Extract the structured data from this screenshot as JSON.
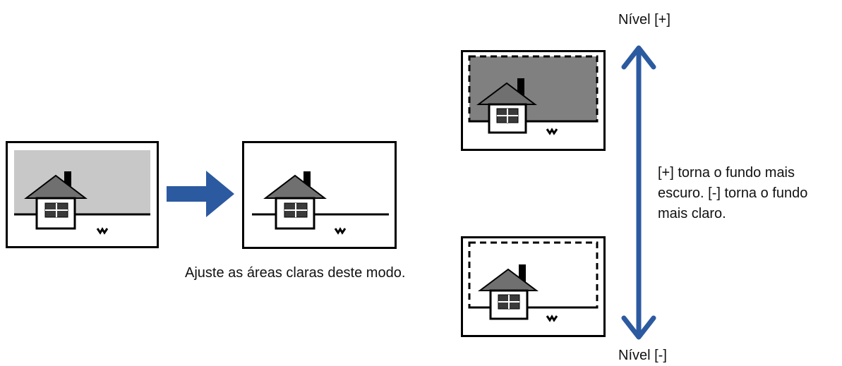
{
  "caption": "Ajuste as áreas claras deste modo.",
  "level_up": "Nível [+]",
  "level_down": "Nível [-]",
  "description": "[+] torna o fundo mais escuro. [-] torna o fundo mais claro.",
  "colors": {
    "arrow_blue": "#2c5aa0",
    "light_background": "#c8c8c8",
    "dark_background": "#808080",
    "roof_gray": "#707070",
    "window_dark": "#3a3a3a"
  }
}
